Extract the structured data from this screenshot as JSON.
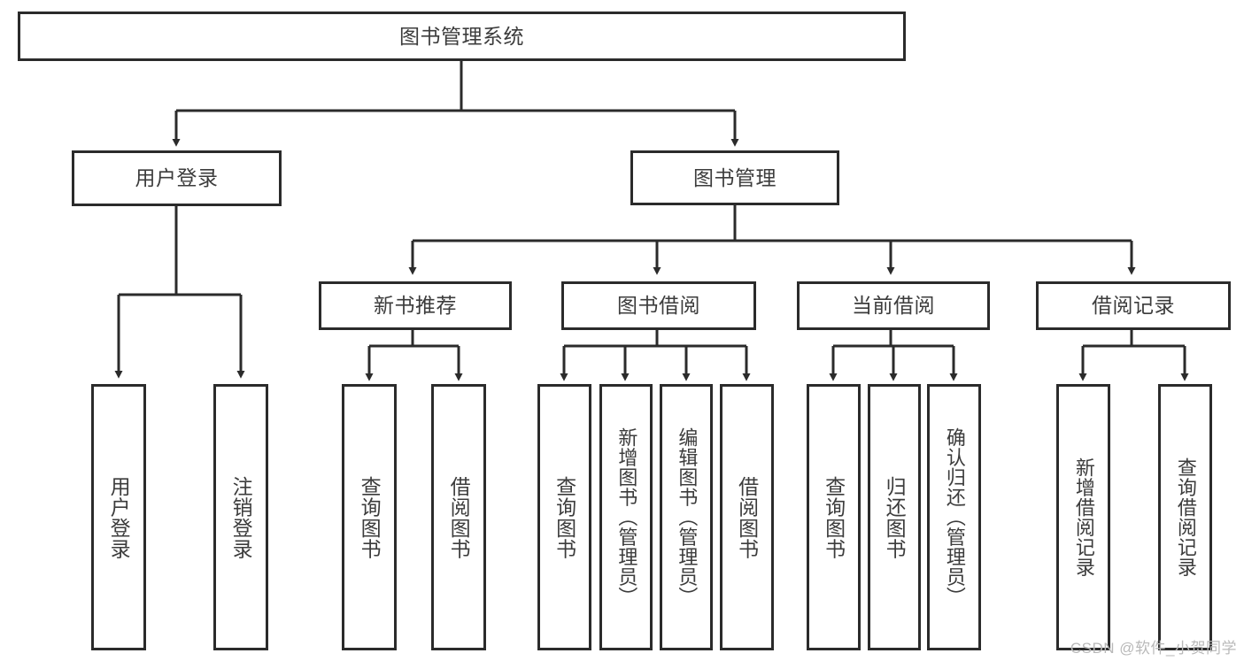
{
  "diagram": {
    "type": "tree-hierarchy-chart",
    "title": "图书管理系统",
    "colors": {
      "stroke": "#2b2b2b",
      "text": "#3c3c3c",
      "background": "#ffffff",
      "watermark": "#b9b9b9"
    },
    "root": {
      "label": "图书管理系统"
    },
    "level1": [
      {
        "label": "用户登录"
      },
      {
        "label": "图书管理"
      }
    ],
    "level2": [
      {
        "label": "新书推荐"
      },
      {
        "label": "图书借阅"
      },
      {
        "label": "当前借阅"
      },
      {
        "label": "借阅记录"
      }
    ],
    "leaves": {
      "user_login": [
        {
          "label": "用户登录"
        },
        {
          "label": "注销登录"
        }
      ],
      "new_book_recommend": [
        {
          "label": "查询图书"
        },
        {
          "label": "借阅图书"
        }
      ],
      "book_borrow": [
        {
          "label": "查询图书"
        },
        {
          "label": "新增图书（管理员）"
        },
        {
          "label": "编辑图书（管理员）"
        },
        {
          "label": "借阅图书"
        }
      ],
      "current_borrow": [
        {
          "label": "查询图书"
        },
        {
          "label": "归还图书"
        },
        {
          "label": "确认归还（管理员）"
        }
      ],
      "borrow_record": [
        {
          "label": "新增借阅记录"
        },
        {
          "label": "查询借阅记录"
        }
      ]
    }
  },
  "watermark": {
    "text": "CSDN @软件_小贺同学"
  }
}
